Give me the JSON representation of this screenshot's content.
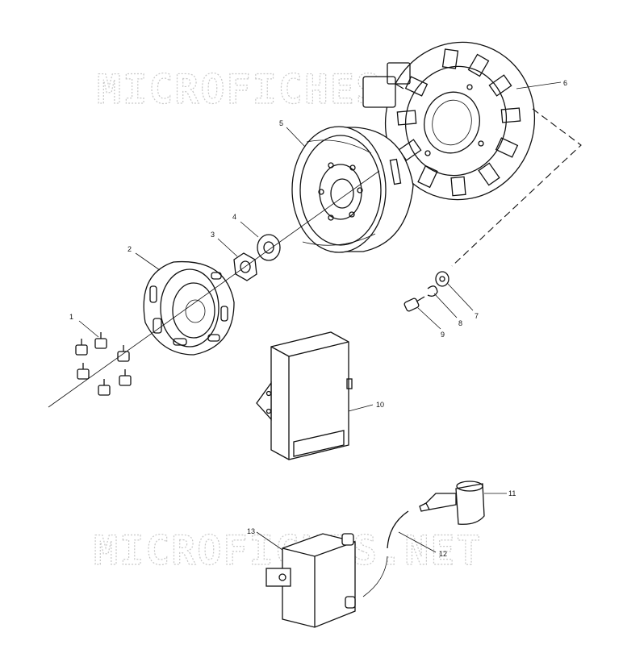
{
  "watermark": {
    "top": "MICROFICHES.NET",
    "bottom": "MICROFICHES.NET"
  },
  "callouts": [
    {
      "id": "1",
      "part": "bolt-set"
    },
    {
      "id": "2",
      "part": "recoil-cup"
    },
    {
      "id": "3",
      "part": "nut"
    },
    {
      "id": "4",
      "part": "washer"
    },
    {
      "id": "5",
      "part": "flywheel"
    },
    {
      "id": "6",
      "part": "stator"
    },
    {
      "id": "7",
      "part": "washer-small"
    },
    {
      "id": "8",
      "part": "lock-washer"
    },
    {
      "id": "9",
      "part": "screw"
    },
    {
      "id": "10",
      "part": "cdi-module"
    },
    {
      "id": "11",
      "part": "spark-plug-cap"
    },
    {
      "id": "12",
      "part": "hv-lead"
    },
    {
      "id": "13",
      "part": "ignition-coil"
    }
  ]
}
